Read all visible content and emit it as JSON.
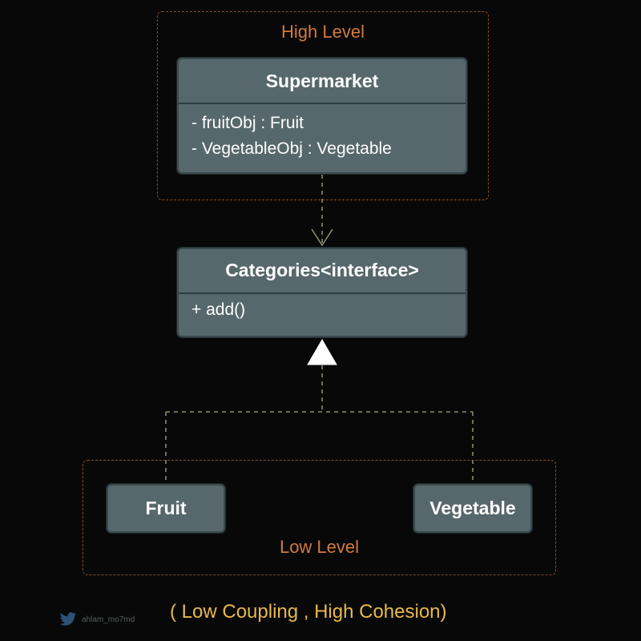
{
  "diagram": {
    "high_level_label": "High Level",
    "low_level_label": "Low Level",
    "supermarket": {
      "name": "Supermarket",
      "attributes": [
        "- fruitObj : Fruit",
        "- VegetableObj : Vegetable"
      ]
    },
    "categories": {
      "name": "Categories<interface>",
      "methods": [
        "+ add()"
      ]
    },
    "fruit": {
      "name": "Fruit"
    },
    "vegetable": {
      "name": "Vegetable"
    },
    "caption": "( Low Coupling , High Cohesion)"
  },
  "watermark": {
    "icon": "twitter-bird-icon",
    "handle": "ahlam_mo7md"
  },
  "colors": {
    "background": "#080808",
    "box_fill": "#56686b",
    "group_border": "#8a4a22",
    "group_label": "#d07a3e",
    "connector": "#8a8a70",
    "caption": "#e8b84a"
  }
}
